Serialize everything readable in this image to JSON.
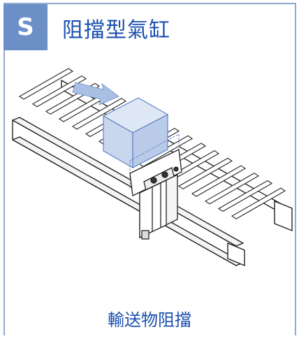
{
  "badge": {
    "letter": "S",
    "color": "#6b8fc6"
  },
  "header": {
    "title": "阻擋型氣缸"
  },
  "illustration": {
    "subject": "stopper-cylinder-on-roller-conveyor-icon"
  },
  "caption": {
    "text": "輸送物阻擋"
  },
  "colors": {
    "accent": "#1a4fae",
    "frame": "#8fa9cf",
    "box": "#c9d7ee"
  }
}
